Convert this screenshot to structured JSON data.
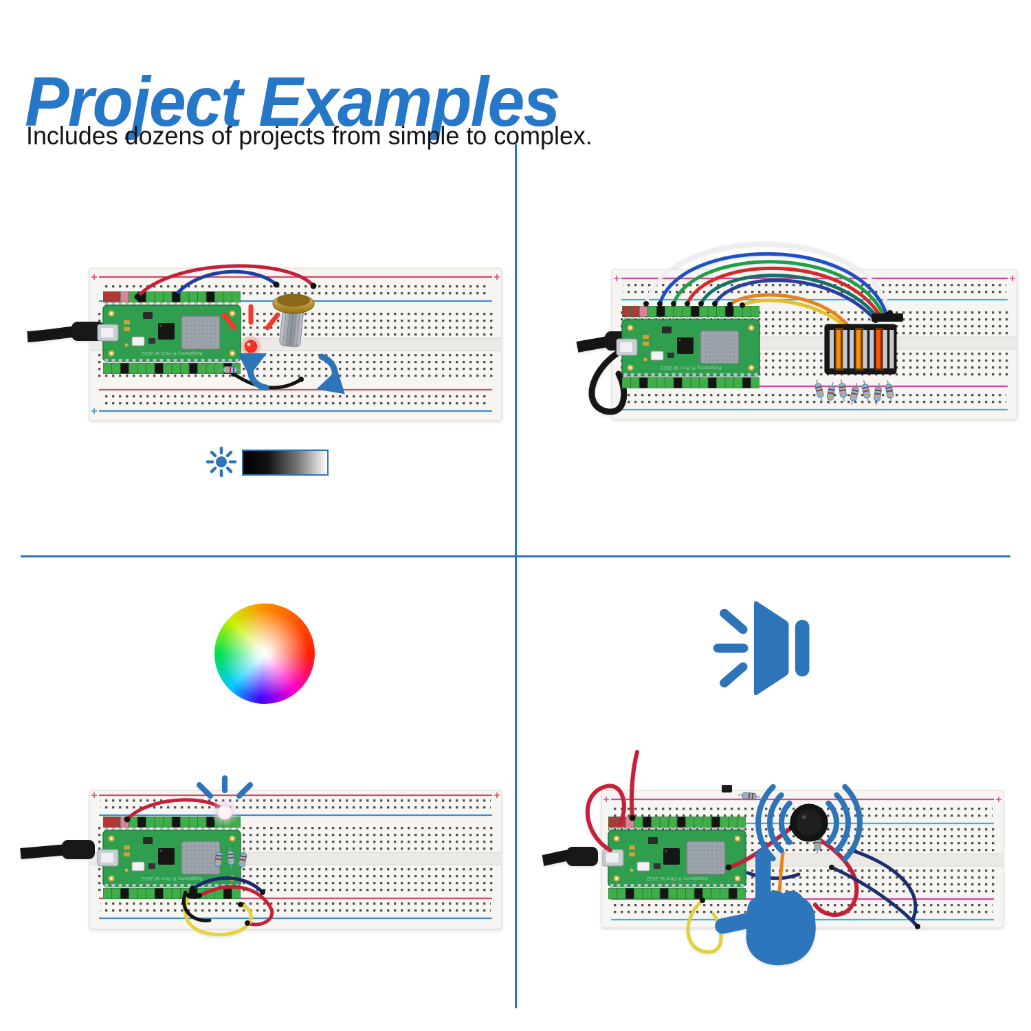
{
  "header": {
    "title": "Project Examples",
    "subtitle": "Includes dozens of projects from simple to complex."
  },
  "board": {
    "label": "Raspberry Pi Pico W 2022"
  },
  "theme": {
    "background": "#ffffff",
    "title_color": "#2777c8",
    "subtitle_color": "#141414",
    "divider_color": "#2e74b6",
    "icon_blue": "#2e74b8",
    "led_red": "#ff3b2e",
    "led_bar_orange": "#ff8a00",
    "pcb_green": "#2f9e4e",
    "breadboard_white": "#f6f5f2",
    "rail_red": "#cf4b66",
    "rail_blue": "#3f8fd0",
    "rail_magenta": "#d6449c",
    "rail_cyan": "#36b3d9"
  }
}
